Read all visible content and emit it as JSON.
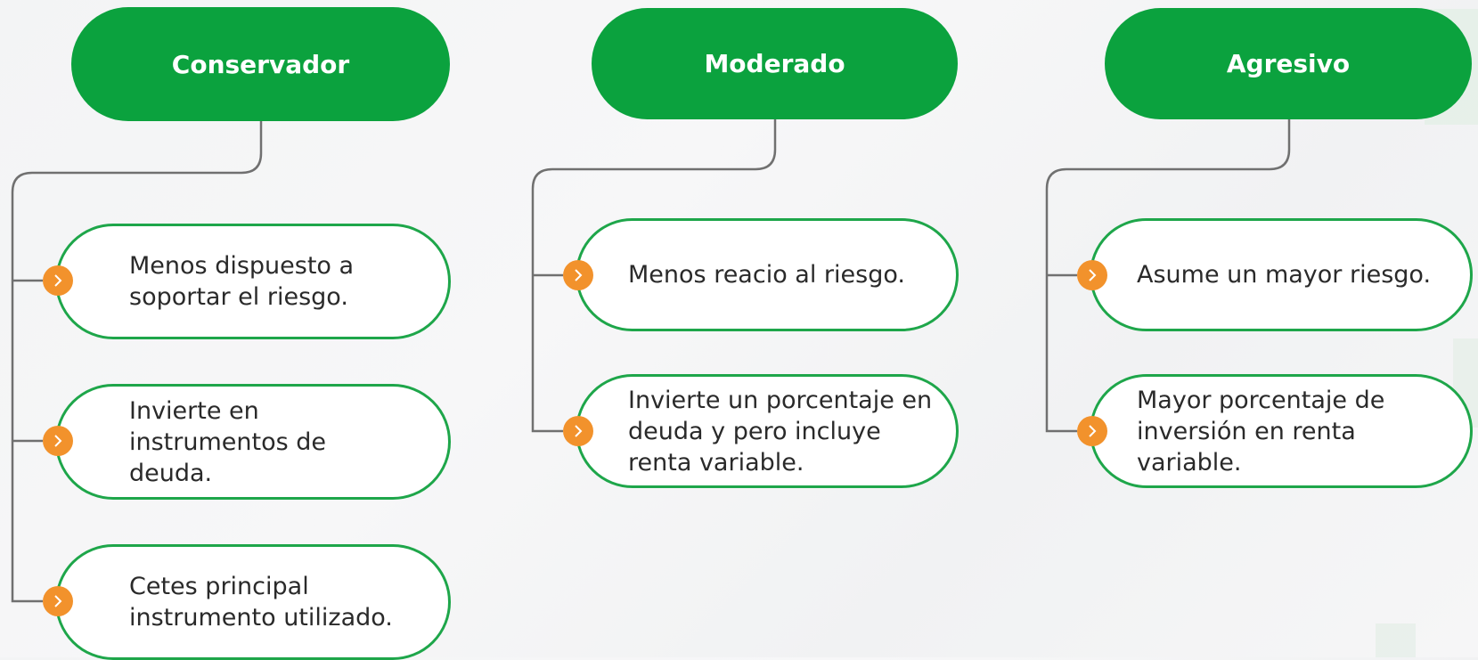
{
  "colors": {
    "header_bg": "#0ba23e",
    "pill_border": "#1ea64a",
    "bullet": "#f2922c",
    "connector": "#707070",
    "text": "#2a2a2a"
  },
  "bullet_icon": "chevron-right-icon",
  "columns": [
    {
      "title": "Conservador",
      "items": [
        "Menos dispuesto a soportar el riesgo.",
        "Invierte en instrumentos de deuda.",
        "Cetes principal instrumento utilizado."
      ]
    },
    {
      "title": "Moderado",
      "items": [
        "Menos reacio al riesgo.",
        "Invierte un porcentaje en deuda y pero incluye renta variable."
      ]
    },
    {
      "title": "Agresivo",
      "items": [
        "Asume un mayor riesgo.",
        "Mayor porcentaje de inversión en renta variable."
      ]
    }
  ]
}
